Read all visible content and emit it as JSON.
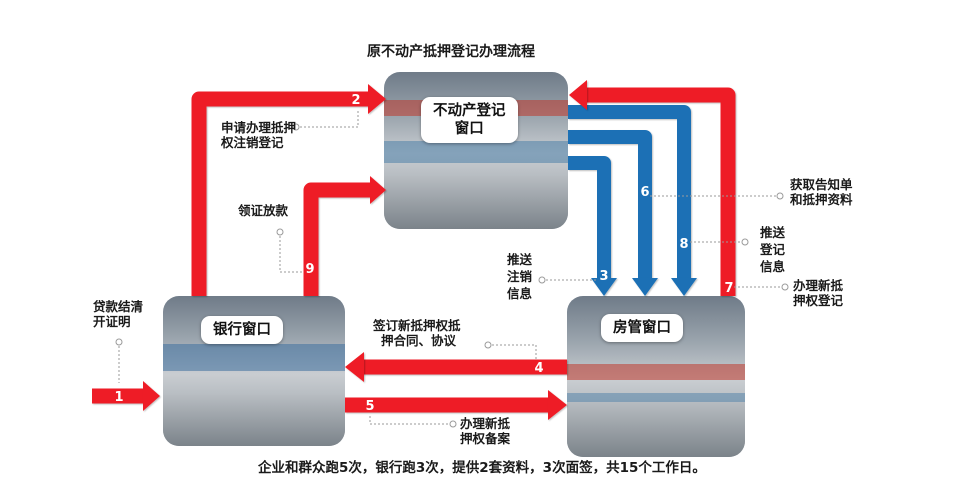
{
  "title": "原不动产抵押登记办理流程",
  "windows": {
    "registration": [
      "不动产登记",
      "窗口"
    ],
    "bank": "银行窗口",
    "housing": "房管窗口"
  },
  "step_notes": {
    "1": [
      "贷款结清",
      "开证明"
    ],
    "2": [
      "申请办理抵押",
      "权注销登记"
    ],
    "3": [
      "推送",
      "注销",
      "信息"
    ],
    "4": [
      "签订新抵押权抵",
      "押合同、协议"
    ],
    "5": [
      "办理新抵",
      "押权备案"
    ],
    "6": [
      "获取告知单",
      "和抵押资料"
    ],
    "7": [
      "办理新抵",
      "押权登记"
    ],
    "8": [
      "推送",
      "登记",
      "信息"
    ],
    "9": "领证放款"
  },
  "step_numbers": [
    "1",
    "2",
    "3",
    "4",
    "5",
    "6",
    "7",
    "8",
    "9"
  ],
  "footer": "企业和群众跑5次，银行跑3次，提供2套资料，3次面签，共15个工作日。",
  "colors": {
    "red_arrow": "#ee1c25",
    "blue_arrow": "#1a6fb5",
    "pointer_gray": "#9a9a9a"
  }
}
